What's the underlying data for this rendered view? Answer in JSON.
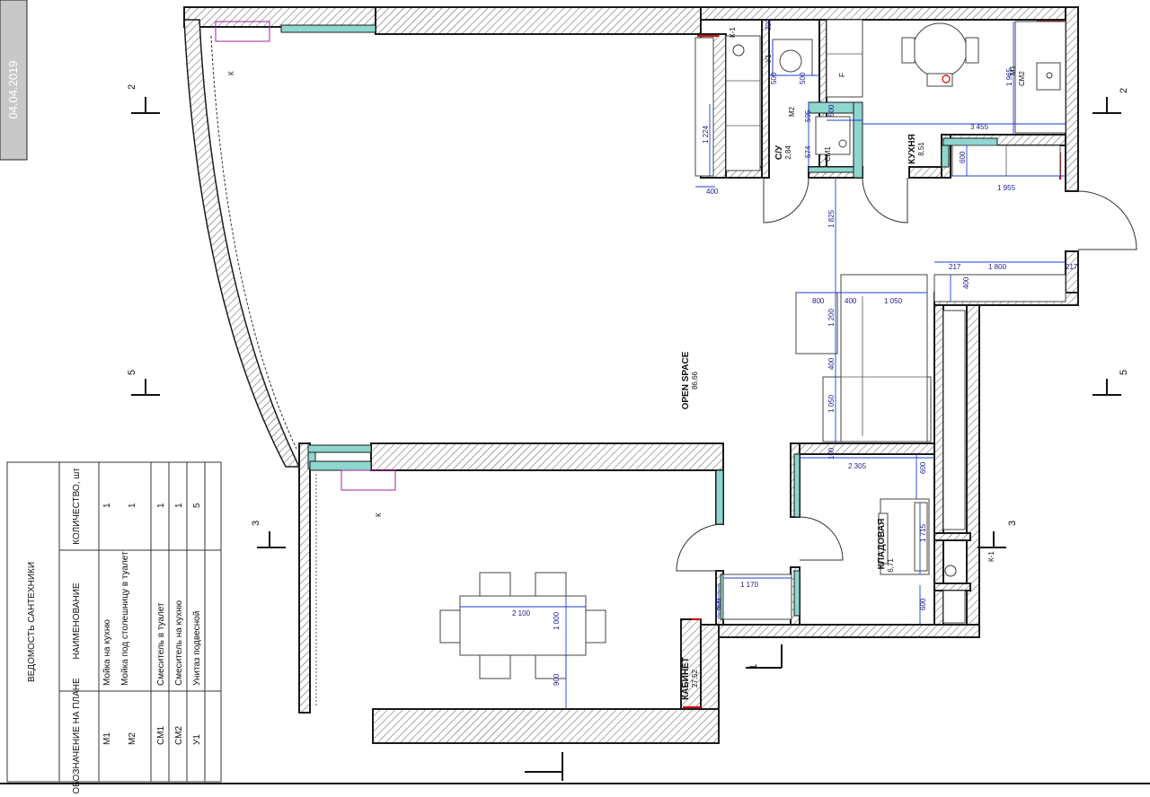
{
  "date_stamp": "04.04.2019",
  "rooms": {
    "open_space": {
      "label": "OPEN SPACE",
      "area": "86,66"
    },
    "kitchen": {
      "label": "КУХНЯ",
      "area": "8,51"
    },
    "wc": {
      "label": "С/У",
      "area": "2,84"
    },
    "storage": {
      "label": "КЛАДОВАЯ",
      "area": "6,71"
    },
    "study": {
      "label": "КАБИНЕТ",
      "area": "27,52"
    }
  },
  "sections": {
    "s1": "1",
    "s2": "2",
    "s3": "3",
    "s5": "5"
  },
  "fixture_tags": {
    "k": "К",
    "k1": "К-1",
    "u1": "У1",
    "m1": "М1",
    "m2": "М2",
    "cm1": "СМ1",
    "cm2": "СМ2",
    "f": "F"
  },
  "dimensions": {
    "d320": "320",
    "d500a": "500",
    "d500b": "500",
    "d500c": "500",
    "d595": "595",
    "d574": "574",
    "d1224": "1 224",
    "d400a": "400",
    "d1965": "1 965",
    "d3455": "3 455",
    "d600a": "600",
    "d1955": "1 955",
    "d1825": "1 825",
    "d217a": "217",
    "d1800": "1 800",
    "d217b": "217",
    "d400b": "400",
    "d800": "800",
    "d400c": "400",
    "d1050a": "1 050",
    "d1200": "1 200",
    "d400d": "400",
    "d1050b": "1 050",
    "d100": "100",
    "d2305": "2 305",
    "d600b": "600",
    "d1715": "1 715",
    "d600c": "600",
    "d1170": "1 170",
    "d600d": "600",
    "d2100": "2 100",
    "d1000": "1 000",
    "d900": "900"
  },
  "schedule": {
    "title": "ВЕДОМОСТЬ САНТЕХНИКИ",
    "headers": [
      "ОБОЗНАЧЕНИЕ НА ПЛАНЕ",
      "НАИМЕНОВАНИЕ",
      "КОЛИЧЕСТВО, шт"
    ],
    "rows": [
      {
        "code": "М1",
        "name": "Мойка на кухню",
        "qty": "1"
      },
      {
        "code": "М2",
        "name": "Мойка под столешницу в туалет",
        "qty": "1"
      },
      {
        "code": "СМ1",
        "name": "Смеситель в туалет",
        "qty": "1"
      },
      {
        "code": "СМ2",
        "name": "Смеситель на кухню",
        "qty": "1"
      },
      {
        "code": "У1",
        "name": "Унитаз подвесной",
        "qty": "5"
      }
    ]
  },
  "colors": {
    "accent": "#1e3dd8",
    "insulation": "#8fd6cf",
    "radiator": "#a020a0",
    "stamp_bg": "#c8c8c8"
  }
}
